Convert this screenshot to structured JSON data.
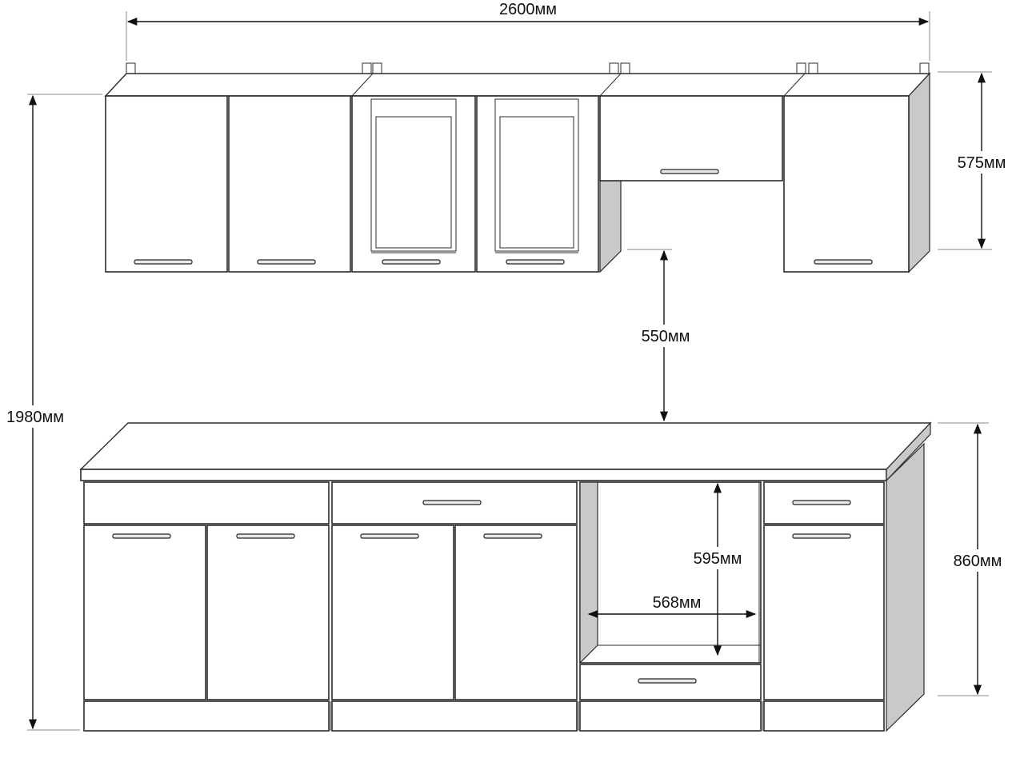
{
  "colors": {
    "line": "#2b2b2b",
    "side_panel": "#c9c9c9",
    "door": "#ffffff",
    "dimension": "#111111"
  },
  "dimensions": {
    "total_width": "2600мм",
    "total_height": "1980мм",
    "upper_height": "575мм",
    "gap_height": "550мм",
    "lower_height": "860мм",
    "oven_height": "595мм",
    "oven_width": "568мм"
  },
  "parts": {
    "upper_cabinets": [
      "double-door",
      "glass-display-double",
      "hood-cabinet",
      "single-door"
    ],
    "lower_cabinets": [
      "drawer-double-door",
      "drawer-double-door",
      "oven-housing",
      "drawer-single-door"
    ]
  }
}
